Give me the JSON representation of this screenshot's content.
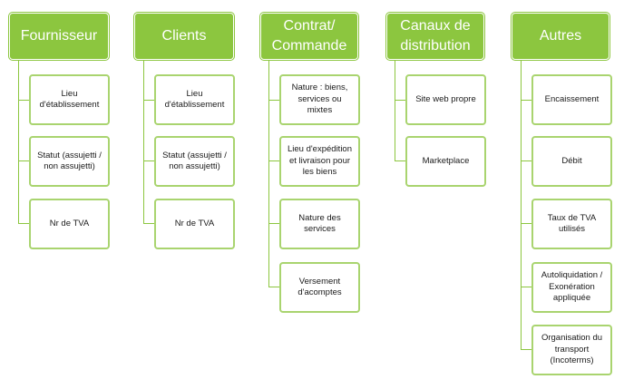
{
  "columns": [
    {
      "header": "Fournisseur",
      "items": [
        "Lieu d'établissement",
        "Statut (assujetti / non assujetti)",
        "Nr de TVA"
      ]
    },
    {
      "header": "Clients",
      "items": [
        "Lieu d'établissement",
        "Statut (assujetti / non assujetti)",
        "Nr de TVA"
      ]
    },
    {
      "header": "Contrat/ Commande",
      "items": [
        "Nature : biens, services ou mixtes",
        "Lieu d'expédition et livraison pour les biens",
        "Nature des services",
        "Versement d'acomptes"
      ]
    },
    {
      "header": "Canaux de distribution",
      "items": [
        "Site web propre",
        "Marketplace"
      ]
    },
    {
      "header": "Autres",
      "items": [
        "Encaissement",
        "Débit",
        "Taux de TVA utilisés",
        "Autoliquidation / Exonération appliquée",
        "Organisation du transport (Incoterms)"
      ]
    }
  ]
}
